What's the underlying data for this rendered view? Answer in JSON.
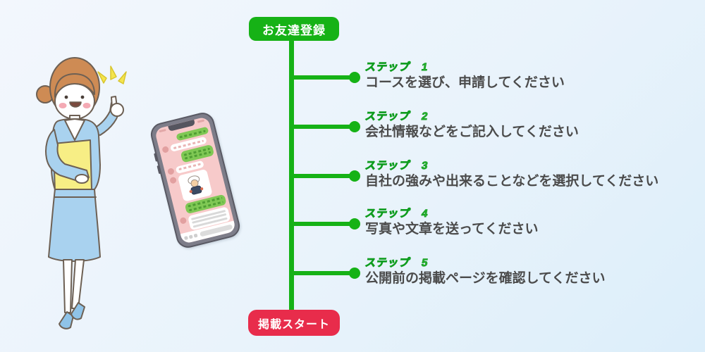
{
  "palette": {
    "green": "#16b216",
    "red": "#e82c4b",
    "text": "#4b4b4b",
    "bg_top": "#f3f7fd",
    "bg_bottom": "#dceefa"
  },
  "flow": {
    "start_badge": "お友達登録",
    "end_badge": "掲載スタート",
    "steps": [
      {
        "label": "ステップ　1",
        "description": "コースを選び、申請してください"
      },
      {
        "label": "ステップ　2",
        "description": "会社情報などをご記入してください"
      },
      {
        "label": "ステップ　3",
        "description": "自社の強みや出来ることなどを選択してください"
      },
      {
        "label": "ステップ　4",
        "description": "写真や文章を送ってください"
      },
      {
        "label": "ステップ　5",
        "description": "公開前の掲載ページを確認してください"
      }
    ]
  },
  "icons": {
    "sparkle_icon": "three-yellow-burst-triangles",
    "woman_illustration": "office-woman-blue-suit-pointing-up-holding-yellow-file",
    "phone_illustration": "tilted-smartphone-with-pink-chat-screen"
  }
}
